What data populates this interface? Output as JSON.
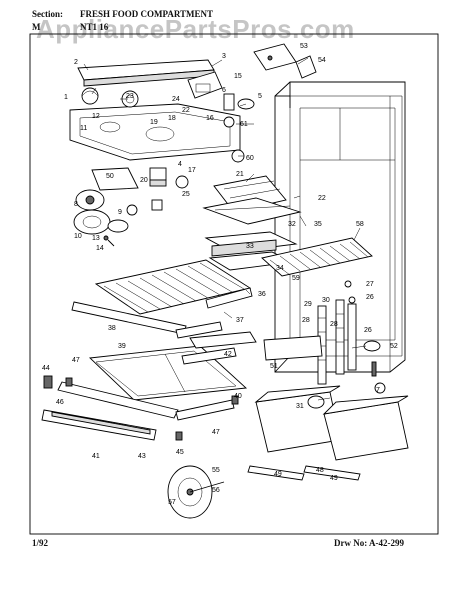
{
  "header": {
    "section_label": "Section:",
    "section_value": "FRESH FOOD COMPARTMENT",
    "model_label": "M",
    "model_value": "NT1 16"
  },
  "watermark": "AppliancePartsPros.com",
  "footer": {
    "date": "1/92",
    "drawing_number": "Drw No: A-42-299"
  },
  "callouts": {
    "c1": "1",
    "c2": "2",
    "c3": "3",
    "c4": "4",
    "c5": "5",
    "c6": "6",
    "c7": "7",
    "c8": "8",
    "c9": "9",
    "c10": "10",
    "c11": "11",
    "c12": "12",
    "c13": "13",
    "c14": "14",
    "c15": "15",
    "c16": "16",
    "c17": "17",
    "c18": "18",
    "c19": "19",
    "c20": "20",
    "c21": "21",
    "c22a": "22",
    "c22b": "22",
    "c23": "23",
    "c24": "24",
    "c25": "25",
    "c26a": "26",
    "c26b": "26",
    "c27": "27",
    "c28a": "28",
    "c28b": "28",
    "c29": "29",
    "c30": "30",
    "c31": "31",
    "c32": "32",
    "c33": "33",
    "c34": "34",
    "c35": "35",
    "c36": "36",
    "c37": "37",
    "c38": "38",
    "c39": "39",
    "c40": "40",
    "c41": "41",
    "c42": "42",
    "c43": "43",
    "c44": "44",
    "c45": "45",
    "c46": "46",
    "c47a": "47",
    "c47b": "47",
    "c48": "48",
    "c49a": "49",
    "c49b": "49",
    "c50": "50",
    "c51": "51",
    "c52": "52",
    "c53": "53",
    "c54": "54",
    "c55": "55",
    "c56": "56",
    "c57": "57",
    "c58": "58",
    "c59": "59",
    "c60": "60",
    "c61": "61"
  }
}
